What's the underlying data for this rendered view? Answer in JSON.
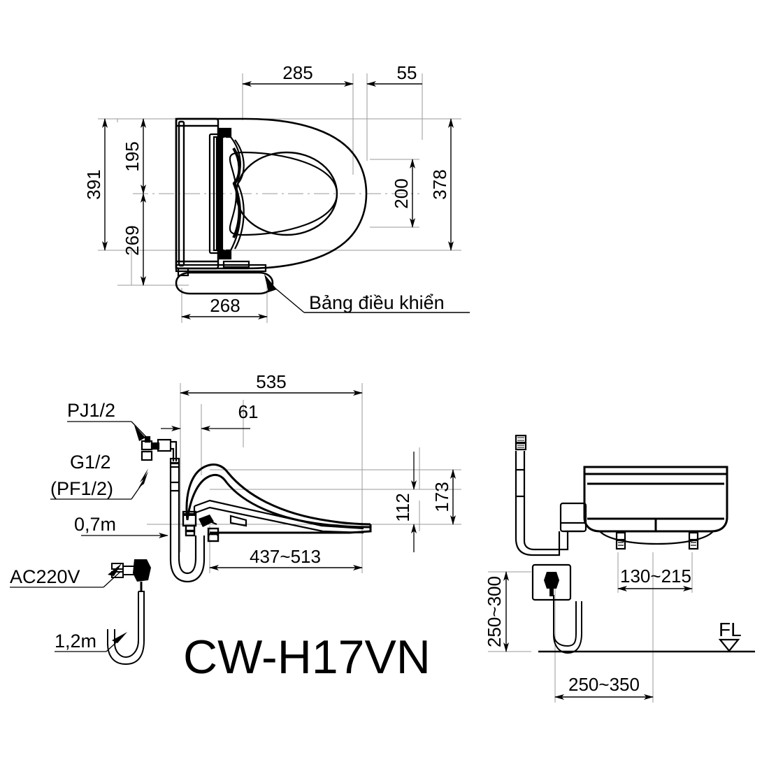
{
  "document": {
    "type": "technical-drawing",
    "model_name": "CW-H17VN",
    "units": "mm"
  },
  "top_view": {
    "dimensions": {
      "d285": "285",
      "d55": "55",
      "d391": "391",
      "d195": "195",
      "d269": "269",
      "d200": "200",
      "d378": "378",
      "d268": "268"
    },
    "labels": {
      "control_panel": "Bảng điều khiển"
    }
  },
  "side_view": {
    "dimensions": {
      "d535": "535",
      "d61": "61",
      "d112": "112",
      "d173": "173",
      "d437_513": "437~513",
      "d07m": "0,7m",
      "d12m": "1,2m"
    },
    "labels": {
      "pj": "PJ1/2",
      "g": "G1/2",
      "pf": "(PF1/2)",
      "power": "AC220V"
    }
  },
  "front_view": {
    "dimensions": {
      "d250_300": "250~300",
      "d130_215": "130~215",
      "d250_350": "250~350"
    },
    "labels": {
      "floor_level": "FL"
    }
  },
  "colors": {
    "line": "#000000",
    "thin": "#808080",
    "background": "#ffffff"
  }
}
